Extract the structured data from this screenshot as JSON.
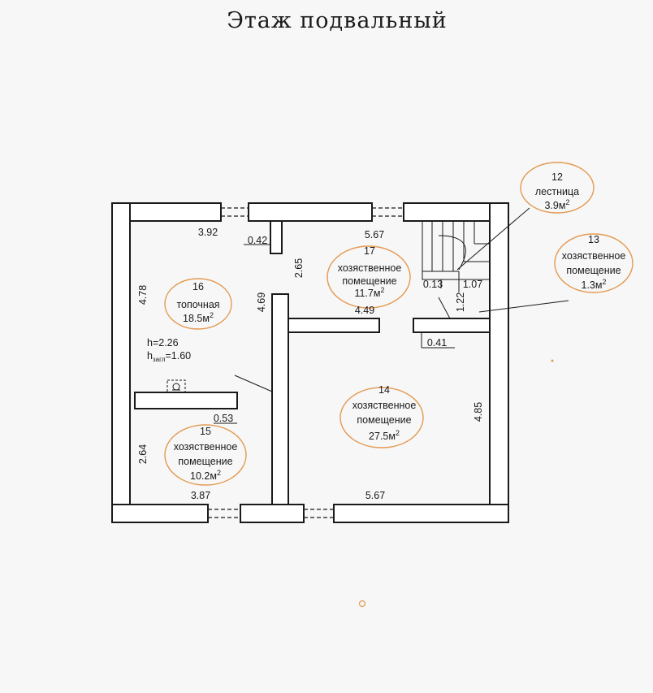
{
  "title": "Этаж  подвальный",
  "rooms": [
    {
      "num": "16",
      "name": "топочная",
      "area": "18.5м",
      "sup": "2"
    },
    {
      "num": "17",
      "name1": "хозяственное",
      "name2": "помещение",
      "area": "11.7м",
      "sup": "2"
    },
    {
      "num": "12",
      "name": "лестница",
      "area": "3.9м",
      "sup": "2"
    },
    {
      "num": "13",
      "name1": "хозяственное",
      "name2": "помещение",
      "area": "1.3м",
      "sup": "2"
    },
    {
      "num": "14",
      "name1": "хозяственное",
      "name2": "помещение",
      "area": "27.5м",
      "sup": "2"
    },
    {
      "num": "15",
      "name1": "хозяственное",
      "name2": "помещение",
      "area": "10.2м",
      "sup": "2"
    }
  ],
  "heights": {
    "h": "h=2.26",
    "hzagl_prefix": "h",
    "hzagl_sub": "загл",
    "hzagl_val": "=1.60"
  },
  "dimensions": {
    "d392": "3.92",
    "d042": "0.42",
    "d567top": "5.67",
    "d265": "2.65",
    "d478": "4.78",
    "d469": "4.69",
    "d449": "4.49",
    "d013": "0.13",
    "d107": "1.07",
    "d122": "1.22",
    "d041": "0.41",
    "d485": "4.85",
    "d053": "0.53",
    "d264": "2.64",
    "d387": "3.87",
    "d567bottom": "5.67"
  },
  "colors": {
    "highlight": "#e39a52",
    "ink": "#1a1a1a",
    "paper": "#f7f7f7"
  }
}
